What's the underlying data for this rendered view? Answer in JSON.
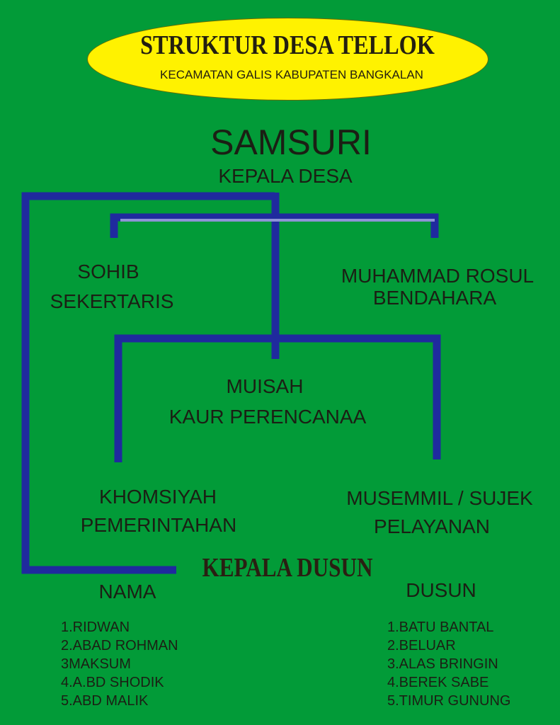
{
  "header": {
    "title": "STRUKTUR DESA TELLOK",
    "subtitle": "KECAMATAN GALIS KABUPATEN BANGKALAN"
  },
  "colors": {
    "background": "#029b38",
    "banner": "#fff200",
    "lines": "#1f2a9e",
    "line_highlight": "#8d93d6"
  },
  "chart": {
    "head": {
      "name": "SAMSURI",
      "role": "KEPALA DESA"
    },
    "secretary": {
      "name": "SOHIB",
      "role": "SEKERTARIS"
    },
    "treasurer": {
      "name": "MUHAMMAD ROSUL",
      "role": "BENDAHARA"
    },
    "planning": {
      "name": "MUISAH",
      "role": "KAUR PERENCANAA"
    },
    "government": {
      "name": "KHOMSIYAH",
      "role": "PEMERINTAHAN"
    },
    "service": {
      "name": "MUSEMMIL / SUJEK",
      "role": "PELAYANAN"
    }
  },
  "dusun": {
    "title": "KEPALA DUSUN",
    "name_header": "NAMA",
    "dusun_header": "DUSUN",
    "names": [
      "1.RIDWAN",
      "2.ABAD ROHMAN",
      "3MAKSUM",
      "4.A.BD SHODIK",
      "5.ABD MALIK"
    ],
    "dusuns": [
      "1.BATU BANTAL",
      "2.BELUAR",
      "3.ALAS BRINGIN",
      "4.BEREK SABE",
      "5.TIMUR GUNUNG"
    ]
  }
}
